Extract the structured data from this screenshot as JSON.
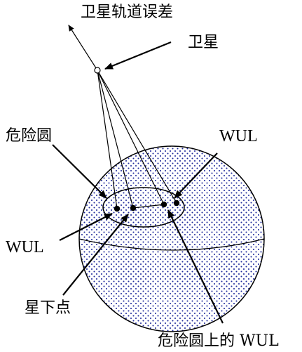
{
  "diagram": {
    "labels": {
      "orbit_error": "卫星轨道误差",
      "satellite": "卫星",
      "danger_circle": "危险圆",
      "wul_top": "WUL",
      "wul_left": "WUL",
      "subsatellite_point": "星下点",
      "wul_on_danger_circle": "危险圆上的 WUL"
    },
    "colors": {
      "earth_dots": "#1e2a9a",
      "lines": "#000000",
      "background": "#ffffff"
    }
  }
}
